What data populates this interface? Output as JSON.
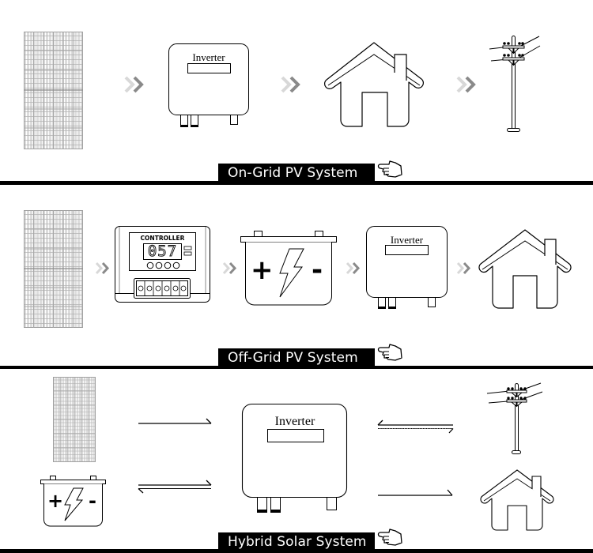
{
  "sections": [
    {
      "id": "on-grid",
      "title": "On-Grid PV System",
      "flow": [
        "solar-panel",
        "inverter",
        "house",
        "utility-grid"
      ],
      "components": {
        "inverter_label": "Inverter"
      }
    },
    {
      "id": "off-grid",
      "title": "Off-Grid PV System",
      "flow": [
        "solar-panel",
        "charge-controller",
        "battery",
        "inverter",
        "house"
      ],
      "components": {
        "controller_label": "CONTROLLER",
        "controller_display": "057",
        "battery_plus": "+",
        "battery_minus": "-",
        "inverter_label": "Inverter"
      }
    },
    {
      "id": "hybrid",
      "title": "Hybrid Solar System",
      "flow": [
        "solar-panel",
        "battery",
        "inverter",
        "utility-grid",
        "house"
      ],
      "components": {
        "battery_plus": "+",
        "battery_minus": "-",
        "inverter_label": "Inverter"
      }
    }
  ],
  "icons": {
    "flow_arrow": "double-chevron-right",
    "pointer": "pointing-hand-left"
  },
  "colors": {
    "background": "#ffffff",
    "line": "#000000",
    "label_bg": "#000000",
    "label_text": "#ffffff",
    "panel_fill": "#d9d9d9",
    "panel_grid": "#a8a8a8",
    "chevron_light": "#d8d8d8",
    "chevron_dark": "#8a8a8a"
  }
}
